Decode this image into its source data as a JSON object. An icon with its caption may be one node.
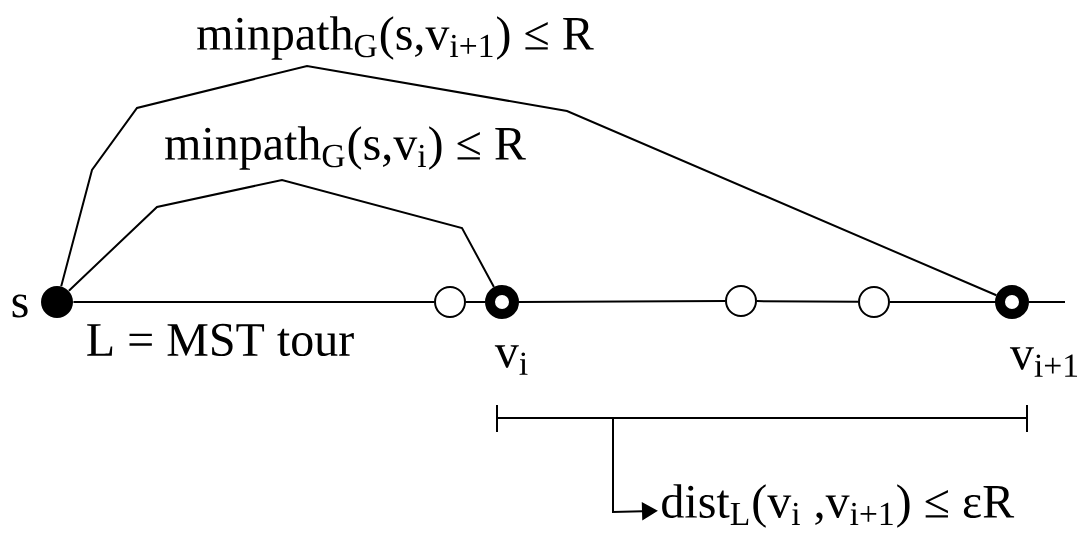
{
  "diagram": {
    "nodes": [
      {
        "text": [],
        "shape": "circle",
        "beside": [
          "s"
        ]
      },
      {
        "text": [],
        "shape": "circle"
      },
      {
        "text": [],
        "shape": "circle",
        "beside": [
          "v$_{i}$"
        ]
      },
      {
        "text": [],
        "shape": "circle"
      },
      {
        "text": [],
        "shape": "circle"
      },
      {
        "text": [],
        "shape": "circle",
        "beside": [
          "v$_{i+1}$"
        ]
      },
      {
        "text": [
          "dist$_{L}$(v$_{i}$ ,v$_{i+1}$) ≤ εR"
        ]
      }
    ],
    "edges": [
      {
        "from": 0,
        "to": 1,
        "arrow": "none",
        "label": "L = MST tour"
      },
      {
        "from": 1,
        "to": 2,
        "arrow": "none"
      },
      {
        "from": 2,
        "to": 3,
        "arrow": "none"
      },
      {
        "from": 3,
        "to": 4,
        "arrow": "none"
      },
      {
        "from": 4,
        "to": 5,
        "arrow": "none"
      },
      {
        "from": 5,
        "to": null,
        "arrow": "none"
      },
      {
        "from": 0,
        "to": 2,
        "arrow": "none",
        "label": "minpath$_{G}$(s,v$_{i}$) ≤ R"
      },
      {
        "from": 0,
        "to": 5,
        "arrow": "none",
        "label": "minpath$_{G}$(s,v$_{i+1}$) ≤ R"
      },
      {
        "from": null,
        "to": 6,
        "arrow": "to"
      }
    ]
  }
}
